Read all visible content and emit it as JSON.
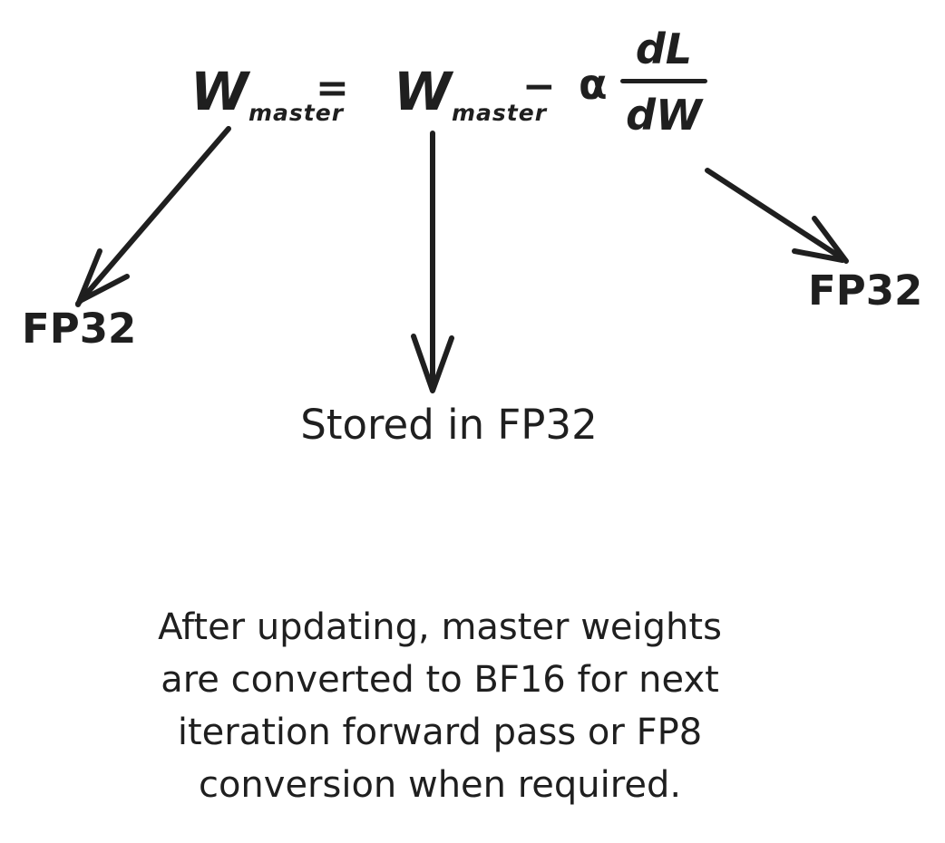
{
  "colors": {
    "ink": "#1f1f1f",
    "background": "#ffffff"
  },
  "formula": {
    "lhs": {
      "base": "W",
      "sub": "master"
    },
    "equals": "=",
    "rhs": {
      "base": "W",
      "sub": "master"
    },
    "minus": "−",
    "alpha": "α",
    "fraction": {
      "numerator": "dL",
      "denominator": "dW"
    }
  },
  "annotations": {
    "left": {
      "label": "FP32"
    },
    "middle": {
      "label": "Stored in FP32"
    },
    "right": {
      "label": "FP32"
    }
  },
  "caption": {
    "lines": [
      "After updating, master weights",
      "are converted to BF16 for next",
      "iteration forward pass or FP8",
      "conversion when required."
    ]
  }
}
